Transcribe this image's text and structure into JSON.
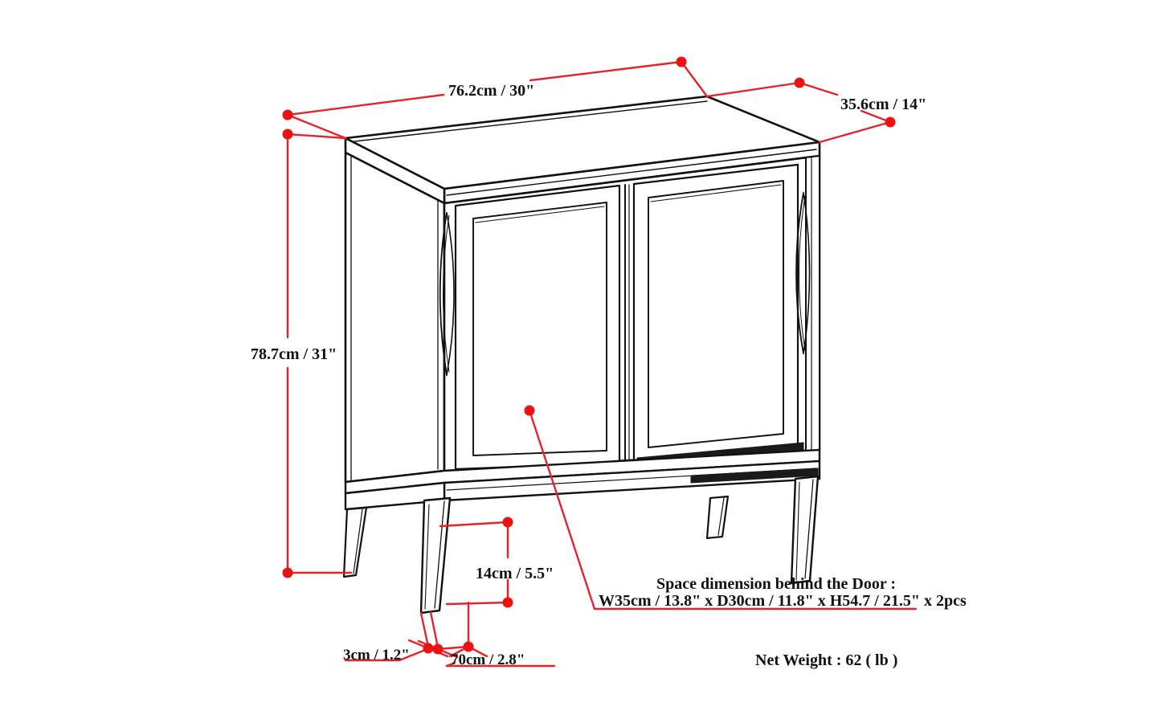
{
  "drawing": {
    "title": "Cabinet dimension drawing",
    "product": "Two-door sideboard cabinet with splayed legs",
    "colors": {
      "outline": "#111111",
      "dimension": "#e3242b",
      "dot": "#ee1111",
      "background": "#ffffff",
      "shadow": "#1a1a1a"
    }
  },
  "dimensions": {
    "width": {
      "label": "76.2cm / 30\"",
      "metric": "76.2cm",
      "imperial": "30\"",
      "axis": "width"
    },
    "depth": {
      "label": "35.6cm / 14\"",
      "metric": "35.6cm",
      "imperial": "14\"",
      "axis": "depth"
    },
    "height": {
      "label": "78.7cm / 31\"",
      "metric": "78.7cm",
      "imperial": "31\"",
      "axis": "height"
    },
    "leg_height": {
      "label": "14cm / 5.5\"",
      "metric": "14cm",
      "imperial": "5.5\"",
      "axis": "leg-height"
    },
    "leg_thickness": {
      "label": "3cm / 1.2\"",
      "metric": "3cm",
      "imperial": "1.2\"",
      "axis": "leg-thickness"
    },
    "leg_depth": {
      "label": "70cm / 2.8\"",
      "metric": "70cm",
      "imperial": "2.8\"",
      "axis": "leg-depth"
    }
  },
  "notes": {
    "interior_space_line1": "Space dimension behind the Door :",
    "interior_space_line2": "W35cm / 13.8\" x D30cm / 11.8\" x H54.7 / 21.5\" x 2pcs",
    "net_weight": "Net Weight : 62 ( lb )"
  }
}
